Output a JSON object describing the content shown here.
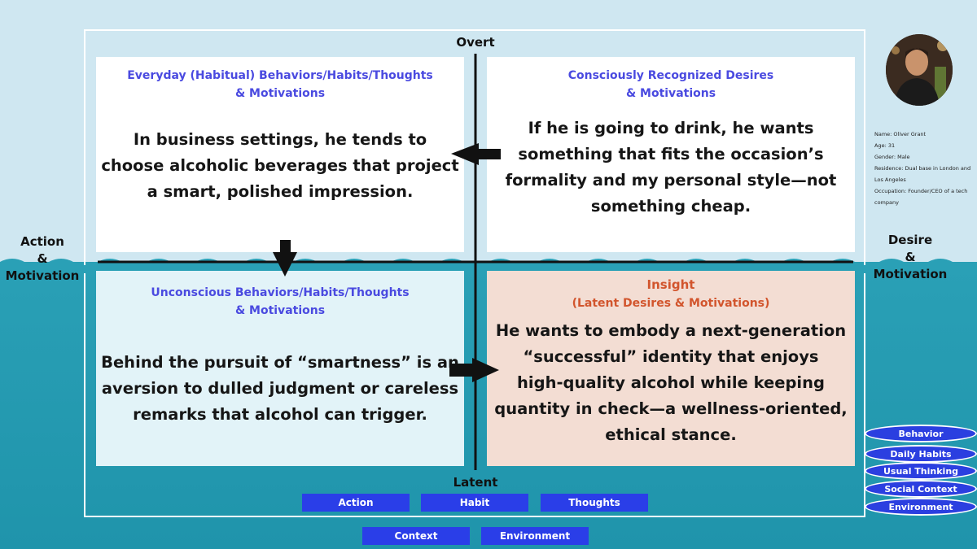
{
  "axes": {
    "top": "Overt",
    "bottom": "Latent",
    "left": "Action\n&\nMotivation",
    "right": "Desire\n&\nMotivation"
  },
  "quadrants": {
    "top_left": {
      "title": "Everyday (Habitual) Behaviors/Habits/Thoughts\n& Motivations",
      "body": "In business settings, he tends to\nchoose alcoholic beverages that project\na smart, polished impression."
    },
    "top_right": {
      "title": "Consciously Recognized Desires\n& Motivations",
      "body": "If he is going to drink, he wants\nsomething that fits the occasion’s\nformality and my personal style—not\nsomething cheap."
    },
    "bottom_left": {
      "title": "Unconscious Behaviors/Habits/Thoughts\n& Motivations",
      "body": "Behind the pursuit of “smartness” is an\naversion to dulled judgment or careless\nremarks that alcohol can trigger."
    },
    "bottom_right": {
      "title": "Insight",
      "subtitle": "(Latent Desires & Motivations)",
      "body": "He wants to embody a next-generation\n“successful” identity that enjoys\nhigh-quality alcohol while keeping\nquantity in check—a wellness-oriented,\nethical stance."
    }
  },
  "bottom_chips": {
    "row1": [
      "Action",
      "Habit",
      "Thoughts"
    ],
    "row2": [
      "Context",
      "Environment"
    ]
  },
  "persona": {
    "name": "Name: Oliver Grant",
    "age": "Age: 31",
    "gender": "Gender: Male",
    "residence": "Residence: Dual base in London and Los Angeles",
    "occupation": "Occupation: Founder/CEO of a tech company"
  },
  "layers": [
    "Behavior",
    "Daily Habits",
    "Usual Thinking",
    "Social Context",
    "Environment"
  ],
  "colors": {
    "sky": "#cfe7f1",
    "water": "#2aa0b6",
    "title_blue": "#4a4ae0",
    "insight_orange": "#d2552d",
    "chip_blue": "#2a3ee8"
  }
}
